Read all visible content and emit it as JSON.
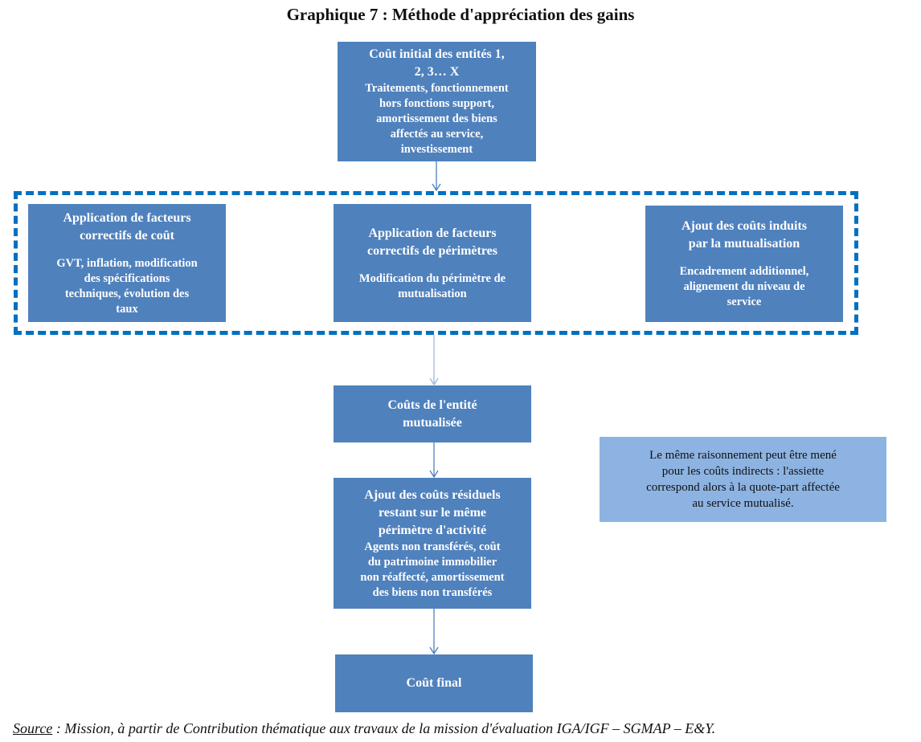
{
  "title": "Graphique 7 : Méthode d'appréciation des gains",
  "boxes": {
    "initial": {
      "heading": [
        "Coût initial des entités 1,",
        "2, 3… X"
      ],
      "lines": [
        "Traitements, fonctionnement",
        "hors fonctions support,",
        "amortissement des biens",
        "affectés au service,",
        "investissement"
      ]
    },
    "cost_factors": {
      "heading": [
        "Application de facteurs",
        "correctifs de coût"
      ],
      "lines": [
        "GVT, inflation, modification",
        "des spécifications",
        "techniques, évolution des",
        "taux"
      ]
    },
    "perimeter_factors": {
      "heading": [
        "Application de facteurs",
        "correctifs de périmètres"
      ],
      "lines": [
        "Modification du périmètre de",
        "mutualisation"
      ]
    },
    "induced_costs": {
      "heading": [
        "Ajout des coûts induits",
        "par la mutualisation"
      ],
      "lines": [
        "Encadrement additionnel,",
        "alignement du niveau de",
        "service"
      ]
    },
    "mutualized": {
      "heading": [
        "Coûts de l'entité",
        "mutualisée"
      ]
    },
    "residual": {
      "heading": [
        "Ajout des coûts résiduels",
        "restant sur le même",
        "périmètre d'activité"
      ],
      "lines": [
        "Agents non transférés, coût",
        "du patrimoine immobilier",
        "non réaffecté, amortissement",
        "des biens non transférés"
      ]
    },
    "final": {
      "heading": [
        "Coût final"
      ]
    }
  },
  "note": [
    "Le même raisonnement peut être mené",
    "pour les coûts indirects : l'assiette",
    "correspond alors à la quote-part affectée",
    "au service mutualisé."
  ],
  "source": {
    "label": "Source",
    "text": " : Mission, à partir de Contribution thématique aux travaux de la mission d'évaluation IGA/IGF – SGMAP – E&Y."
  },
  "colors": {
    "box": "#4F81BD",
    "dash": "#0070C0",
    "note": "#8DB3E2",
    "arrow": "#4F81BD"
  }
}
